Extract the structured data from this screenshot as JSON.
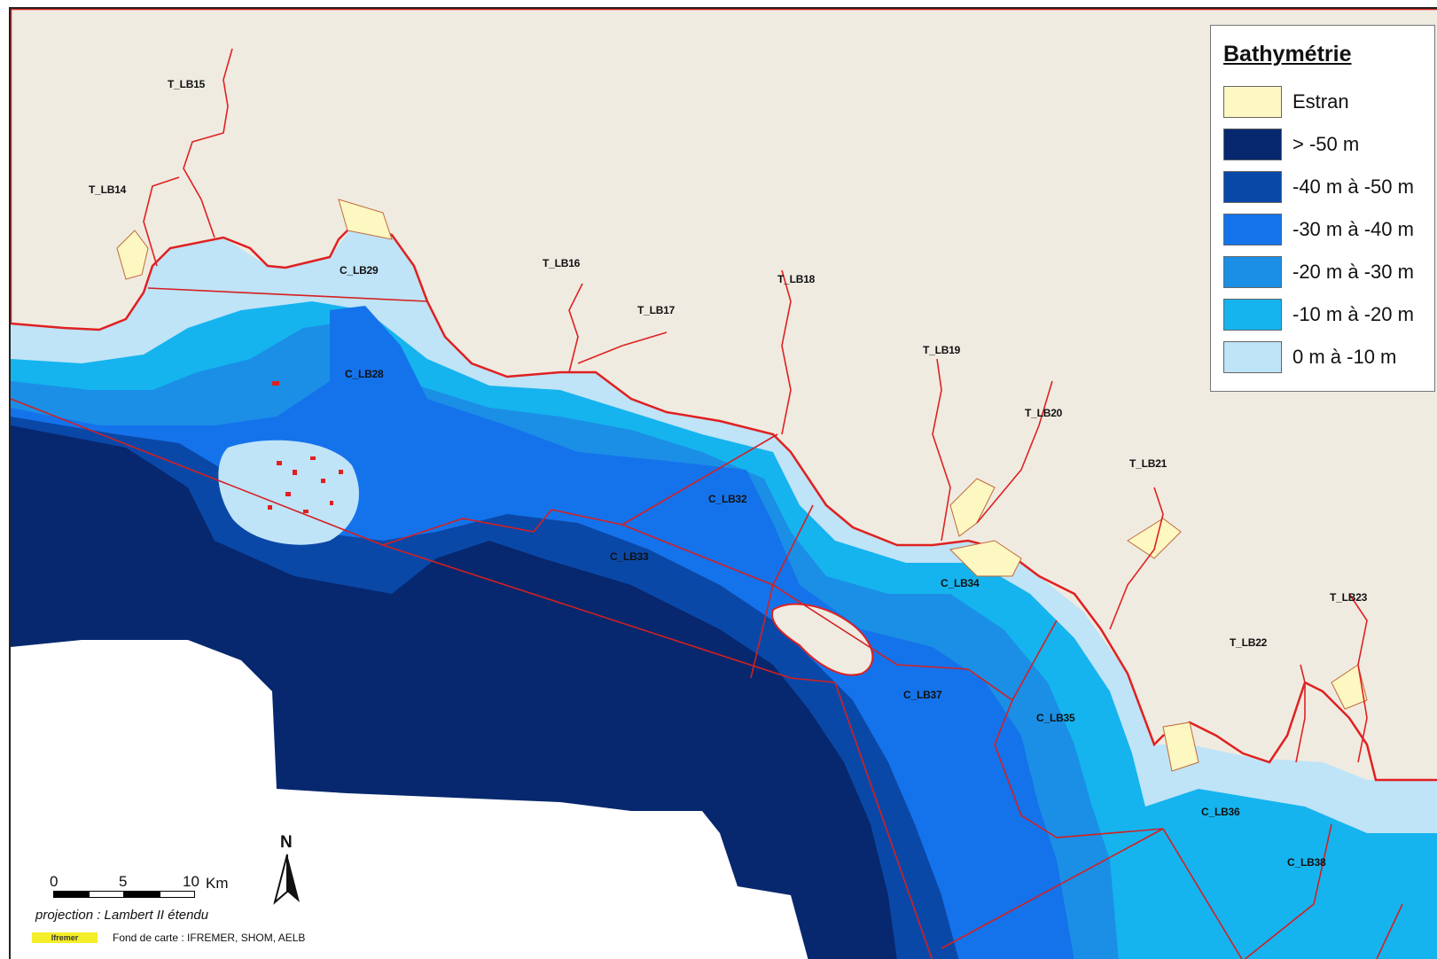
{
  "legend": {
    "title": "Bathymétrie",
    "items": [
      {
        "label": "Estran",
        "color": "#fdf7c2"
      },
      {
        "label": "> -50 m",
        "color": "#07286e"
      },
      {
        "label": "-40 m à -50 m",
        "color": "#0a48a8"
      },
      {
        "label": "-30 m à -40 m",
        "color": "#1473eb"
      },
      {
        "label": "-20 m à -30 m",
        "color": "#1b8fe6"
      },
      {
        "label": "-10 m à -20 m",
        "color": "#15b4ef"
      },
      {
        "label": "0 m à -10 m",
        "color": "#bfe3f7"
      }
    ]
  },
  "colors": {
    "land": "#efebe1",
    "coastline": "#e02020",
    "boundaries": "#d42020",
    "no_data": "#ffffff"
  },
  "zones": [
    {
      "id": "T_LB15"
    },
    {
      "id": "T_LB14"
    },
    {
      "id": "C_LB29"
    },
    {
      "id": "T_LB16"
    },
    {
      "id": "T_LB18"
    },
    {
      "id": "T_LB17"
    },
    {
      "id": "C_LB28"
    },
    {
      "id": "T_LB19"
    },
    {
      "id": "T_LB20"
    },
    {
      "id": "T_LB21"
    },
    {
      "id": "C_LB32"
    },
    {
      "id": "C_LB33"
    },
    {
      "id": "C_LB34"
    },
    {
      "id": "T_LB23"
    },
    {
      "id": "T_LB22"
    },
    {
      "id": "C_LB37"
    },
    {
      "id": "C_LB35"
    },
    {
      "id": "C_LB36"
    },
    {
      "id": "C_LB38"
    }
  ],
  "scale": {
    "ticks": [
      "0",
      "5",
      "10"
    ],
    "unit": "Km"
  },
  "north_label": "N",
  "projection": "projection : Lambert II étendu",
  "logo_text": "Ifremer",
  "credit": "Fond de carte : IFREMER, SHOM, AELB"
}
